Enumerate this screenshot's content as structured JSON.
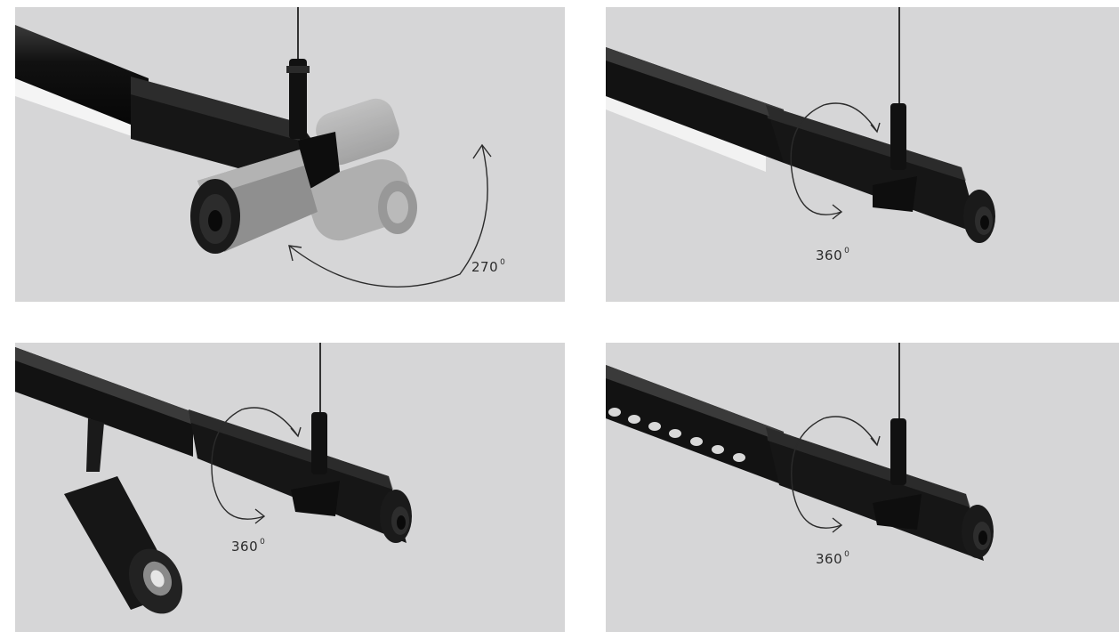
{
  "panels": [
    {
      "id": "panel-1",
      "angle_value": "270",
      "angle_unit": "0",
      "rotation": "swivel"
    },
    {
      "id": "panel-2",
      "angle_value": "360",
      "angle_unit": "0",
      "rotation": "axial"
    },
    {
      "id": "panel-3",
      "angle_value": "360",
      "angle_unit": "0",
      "rotation": "axial"
    },
    {
      "id": "panel-4",
      "angle_value": "360",
      "angle_unit": "0",
      "rotation": "axial"
    }
  ],
  "colors": {
    "background": "#d6d6d7",
    "fixture_black": "#141414",
    "label_text": "#2b2b2b"
  }
}
